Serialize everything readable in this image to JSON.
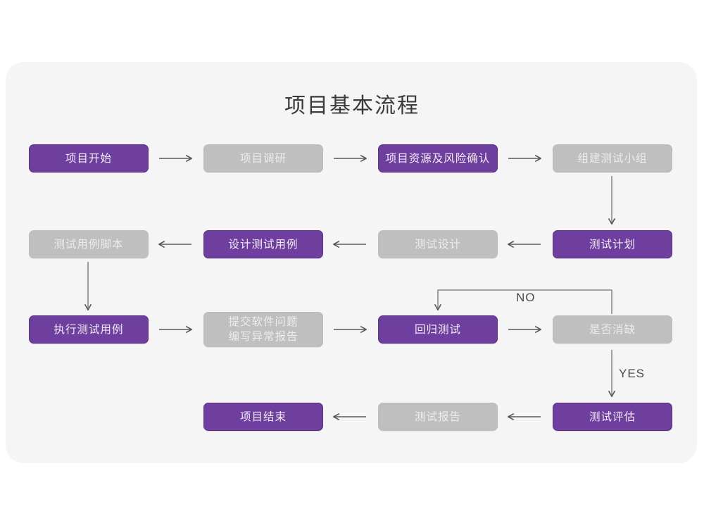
{
  "title": "项目基本流程",
  "theme": {
    "page_background": "#ffffff",
    "panel_background": "#f5f5f5",
    "accent_purple": "#6f3fa0",
    "muted_gray": "#bfbfbf",
    "arrow_color": "#595959",
    "title_color": "#3b3b3b"
  },
  "nodes": [
    {
      "id": "n1",
      "label": "项目开始",
      "style": "purple",
      "row": 1
    },
    {
      "id": "n2",
      "label": "项目调研",
      "style": "gray",
      "row": 1
    },
    {
      "id": "n3",
      "label": "项目资源及风险确认",
      "style": "purple",
      "row": 1
    },
    {
      "id": "n4",
      "label": "组建测试小组",
      "style": "gray",
      "row": 1
    },
    {
      "id": "n5",
      "label": "测试用例脚本",
      "style": "gray",
      "row": 2
    },
    {
      "id": "n6",
      "label": "设计测试用例",
      "style": "purple",
      "row": 2
    },
    {
      "id": "n7",
      "label": "测试设计",
      "style": "gray",
      "row": 2
    },
    {
      "id": "n8",
      "label": "测试计划",
      "style": "purple",
      "row": 2
    },
    {
      "id": "n9",
      "label": "执行测试用例",
      "style": "purple",
      "row": 3
    },
    {
      "id": "n10",
      "label": "提交软件问题\n编写异常报告",
      "style": "gray",
      "row": 3
    },
    {
      "id": "n11",
      "label": "回归测试",
      "style": "purple",
      "row": 3
    },
    {
      "id": "n12",
      "label": "是否消缺",
      "style": "gray",
      "row": 3
    },
    {
      "id": "n13",
      "label": "项目结束",
      "style": "purple",
      "row": 4
    },
    {
      "id": "n14",
      "label": "测试报告",
      "style": "gray",
      "row": 4
    },
    {
      "id": "n15",
      "label": "测试评估",
      "style": "purple",
      "row": 4
    }
  ],
  "edge_labels": {
    "no": "NO",
    "yes": "YES"
  },
  "edges": [
    {
      "from": "n1",
      "to": "n2",
      "direction": "right"
    },
    {
      "from": "n2",
      "to": "n3",
      "direction": "right"
    },
    {
      "from": "n3",
      "to": "n4",
      "direction": "right"
    },
    {
      "from": "n4",
      "to": "n8",
      "direction": "down"
    },
    {
      "from": "n8",
      "to": "n7",
      "direction": "left"
    },
    {
      "from": "n7",
      "to": "n6",
      "direction": "left"
    },
    {
      "from": "n6",
      "to": "n5",
      "direction": "left"
    },
    {
      "from": "n5",
      "to": "n9",
      "direction": "down"
    },
    {
      "from": "n9",
      "to": "n10",
      "direction": "right"
    },
    {
      "from": "n10",
      "to": "n11",
      "direction": "right"
    },
    {
      "from": "n11",
      "to": "n12",
      "direction": "right"
    },
    {
      "from": "n12",
      "to": "n11",
      "direction": "loop-up-left",
      "label": "NO"
    },
    {
      "from": "n12",
      "to": "n15",
      "direction": "down",
      "label": "YES"
    },
    {
      "from": "n15",
      "to": "n14",
      "direction": "left"
    },
    {
      "from": "n14",
      "to": "n13",
      "direction": "left"
    }
  ]
}
